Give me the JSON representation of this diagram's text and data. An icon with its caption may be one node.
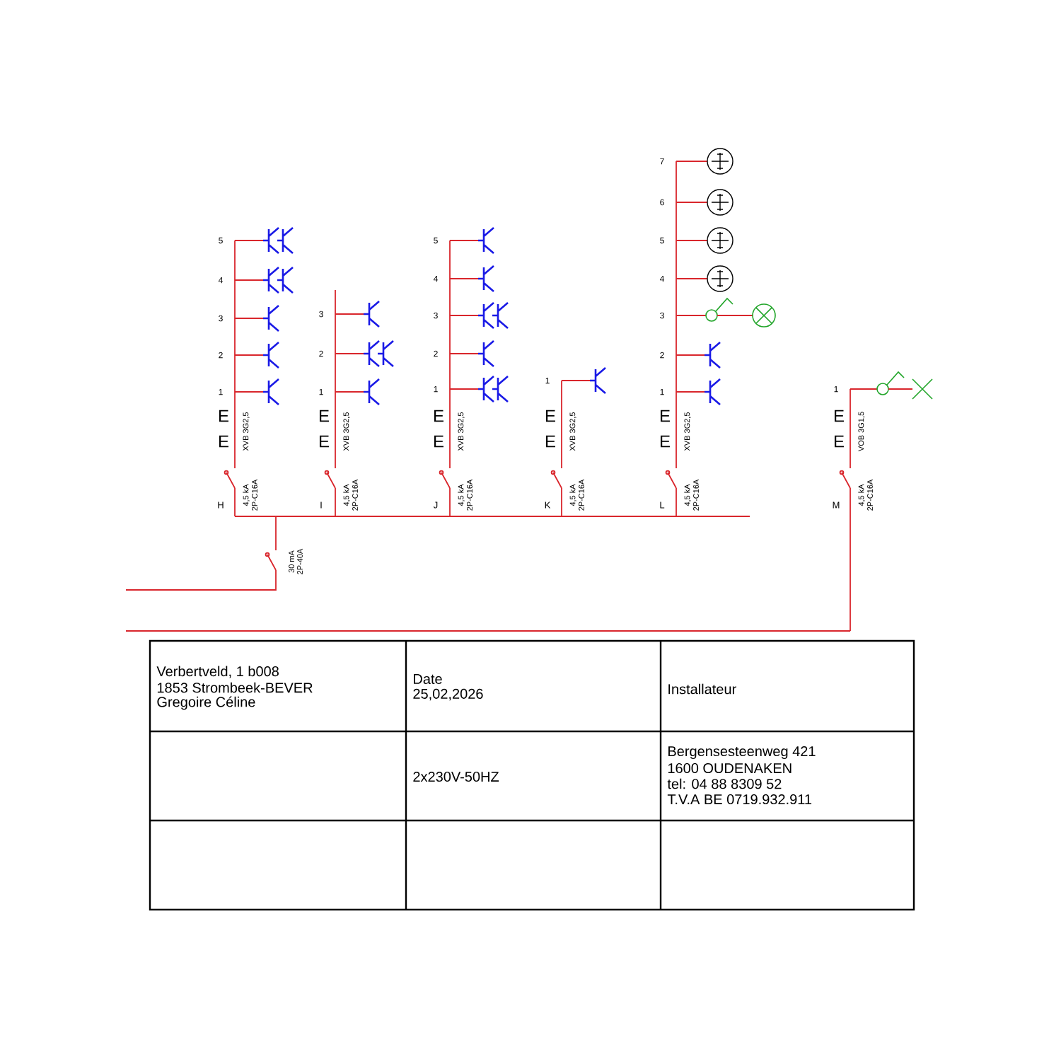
{
  "diagram": {
    "labels": [
      "5",
      "4",
      "3",
      "2",
      "1",
      "E",
      "E",
      "XVB 3G2,5",
      "4,5 kA",
      "2P-C16A",
      "H",
      "3",
      "2",
      "1",
      "E",
      "E",
      "XVB 3G2,5",
      "4,5 kA",
      "2P-C16A",
      "I",
      "5",
      "4",
      "3",
      "2",
      "1",
      "E",
      "E",
      "XVB 3G2,5",
      "4,5 kA",
      "2P-C16A",
      "J",
      "1",
      "E",
      "E",
      "XVB 3G2,5",
      "4,5 kA",
      "2P-C16A",
      "K",
      "7",
      "6",
      "5",
      "4",
      "3",
      "2",
      "1",
      "E",
      "E",
      "XVB 3G2,5",
      "4,5 kA",
      "2P-C16A",
      "L",
      "1",
      "E",
      "E",
      "VOB 3G1,5",
      "4,5 kA",
      "2P-C16A",
      "M",
      "30 mA",
      "2P-40A",
      "Verbertveld, 1 b008",
      "1853 Strombeek-BEVER",
      "Gregoire Céline",
      "Date",
      "25,02,2026",
      "Installateur",
      "2x230V-50HZ",
      "Bergensesteenweg 421",
      "1600 OUDENAKEN",
      "tel: 04 88 8309 52",
      "T.V.A BE 0719.932.911"
    ]
  }
}
